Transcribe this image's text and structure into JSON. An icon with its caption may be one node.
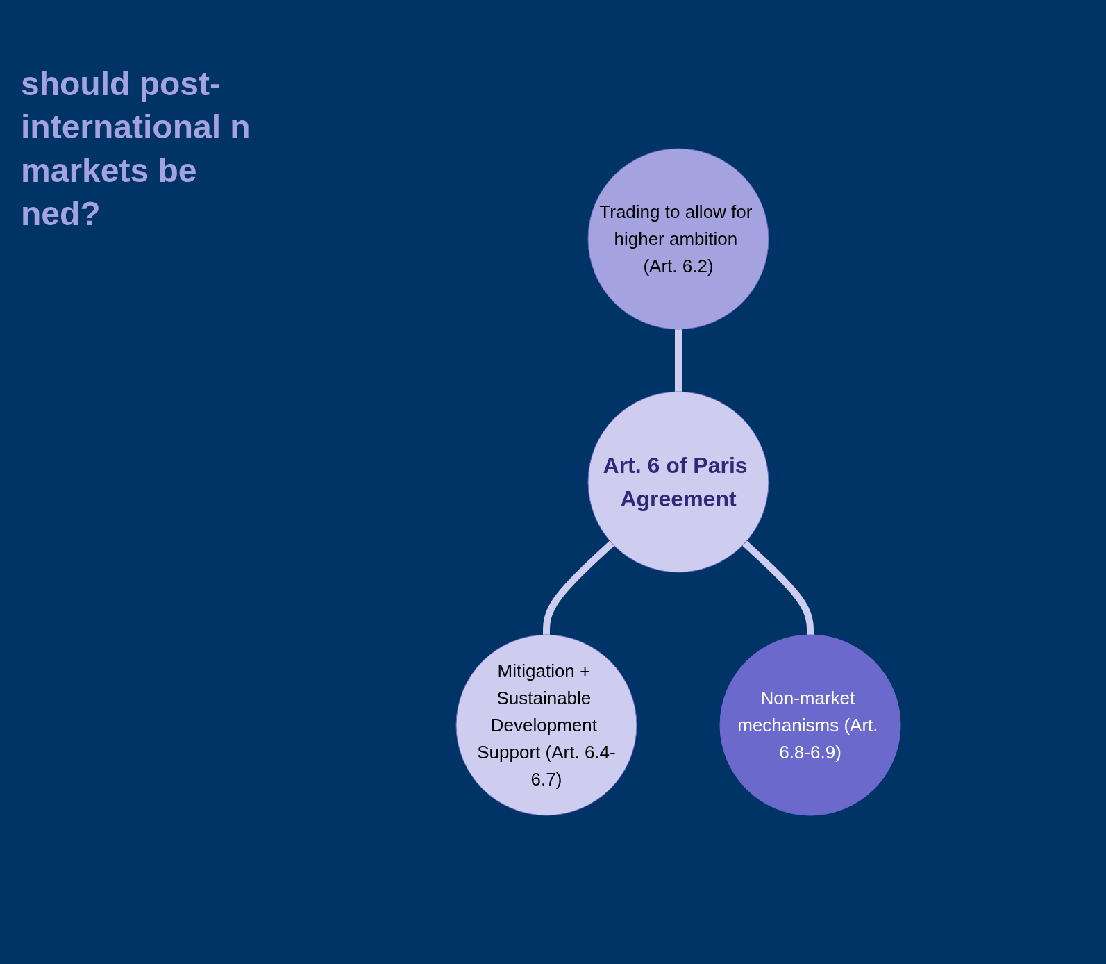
{
  "diagram": {
    "title": "should post- international n markets be ned?",
    "nodes": [
      {
        "text": [
          "Trading to allow for higher ambition (Art. 6.2)"
        ]
      },
      {
        "text": [
          "Art. 6 of Paris Agreement"
        ]
      },
      {
        "text": [
          "Mitigation + Sustainable Development Support (Art. 6.4-6.7)"
        ]
      },
      {
        "text": [
          "Non-market mechanisms (Art. 6.8-6.9)"
        ]
      }
    ],
    "edges": [
      {
        "from": 0,
        "to": 1,
        "arrow": "none"
      },
      {
        "from": 1,
        "to": 2,
        "arrow": "none"
      },
      {
        "from": 1,
        "to": 3,
        "arrow": "none"
      }
    ]
  }
}
